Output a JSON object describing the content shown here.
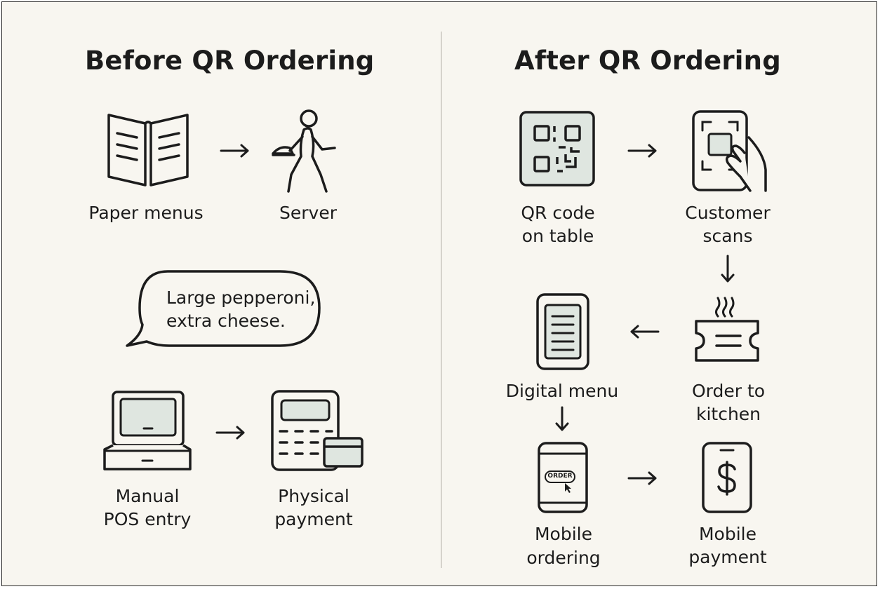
{
  "before": {
    "title": "Before QR Ordering",
    "steps": {
      "paper_menus": "Paper menus",
      "server": "Server",
      "manual_pos_1": "Manual",
      "manual_pos_2": "POS entry",
      "physical_payment_1": "Physical",
      "physical_payment_2": "payment"
    },
    "speech": {
      "line1": "Large pepperoni,",
      "line2": "extra cheese."
    }
  },
  "after": {
    "title": "After QR Ordering",
    "steps": {
      "qr_code_1": "QR code",
      "qr_code_2": "on table",
      "customer_scans_1": "Customer",
      "customer_scans_2": "scans",
      "order_kitchen_1": "Order to",
      "order_kitchen_2": "kitchen",
      "digital_menu": "Digital menu",
      "mobile_ordering_1": "Mobile",
      "mobile_ordering_2": "ordering",
      "mobile_payment_1": "Mobile",
      "mobile_payment_2": "payment"
    },
    "order_button": "ORDER"
  },
  "colors": {
    "background": "#f8f6f0",
    "stroke": "#1c1c1c",
    "icon_fill": "#dfe6e0",
    "divider": "#d6d3cc"
  },
  "icons": [
    "open-book-icon",
    "arrow-right-icon",
    "walking-server-icon",
    "speech-bubble-icon",
    "pos-terminal-icon",
    "payment-terminal-icon",
    "credit-card-icon",
    "qr-code-icon",
    "phone-scan-hand-icon",
    "arrow-down-icon",
    "arrow-left-icon",
    "steam-icon",
    "kitchen-ticket-icon",
    "phone-menu-icon",
    "phone-order-icon",
    "phone-dollar-icon"
  ]
}
